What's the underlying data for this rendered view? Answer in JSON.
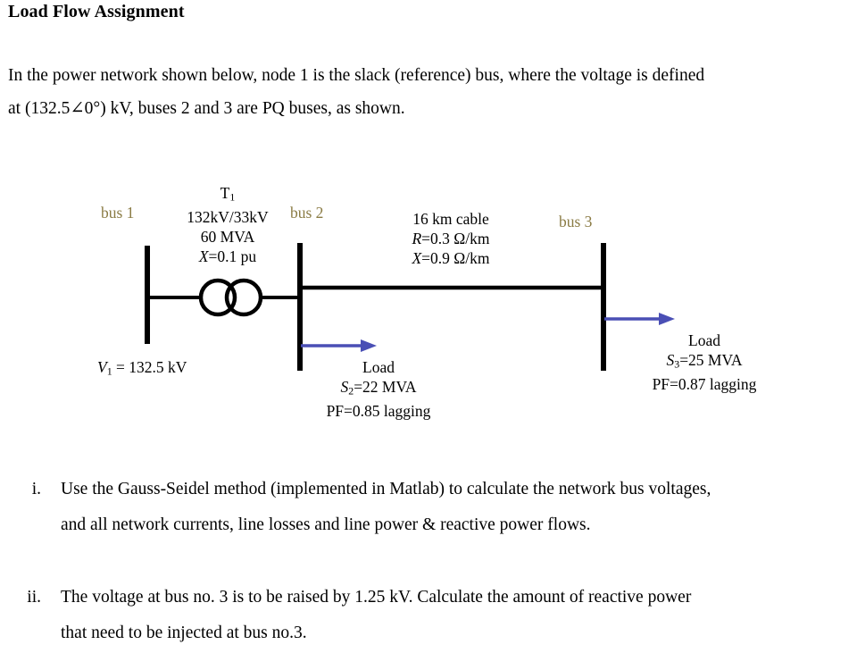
{
  "document": {
    "title": "Load Flow Assignment",
    "intro_line_1": "In the power network shown below, node 1 is the slack (reference) bus, where the voltage is defined",
    "intro_line_2_a": "at (132.5",
    "intro_line_2_angle": "∠0°",
    "intro_line_2_b": ") kV, buses 2 and 3 are PQ buses, as shown."
  },
  "diagram": {
    "bus1_label": "bus 1",
    "bus2_label": "bus 2",
    "bus3_label": "bus 3",
    "bus_label_color": "#8a7b44",
    "arrow_color": "#4a4fb5",
    "line_color": "#000000",
    "transformer": {
      "name_a": "T",
      "name_sub": "1",
      "ratio": "132kV/33kV",
      "rating": "60 MVA",
      "reactance_symbol": "X",
      "reactance_value": "=0.1 pu"
    },
    "cable": {
      "length": "16 km cable",
      "r_symbol": "R",
      "r_value": "=0.3 Ω/km",
      "x_symbol": "X",
      "x_value": "=0.9 Ω/km"
    },
    "slack_voltage": {
      "symbol": "V",
      "sub": "1",
      "value": " = 132.5 kV"
    },
    "load2": {
      "title": "Load",
      "s_symbol": "S",
      "s_sub": "2",
      "s_value": "=22 MVA",
      "pf": "PF=0.85 lagging"
    },
    "load3": {
      "title": "Load",
      "s_symbol": "S",
      "s_sub": "3",
      "s_value": "=25 MVA",
      "pf": "PF=0.87 lagging"
    }
  },
  "questions": [
    {
      "number": "i.",
      "line1": "Use the Gauss-Seidel method (implemented in Matlab) to calculate the network bus voltages,",
      "line2": "and all network currents, line losses and line power & reactive power flows."
    },
    {
      "number": "ii.",
      "line1": "The voltage at bus no. 3 is to be raised by 1.25 kV. Calculate the amount of reactive power",
      "line2": "that need to be injected at bus no.3."
    }
  ]
}
